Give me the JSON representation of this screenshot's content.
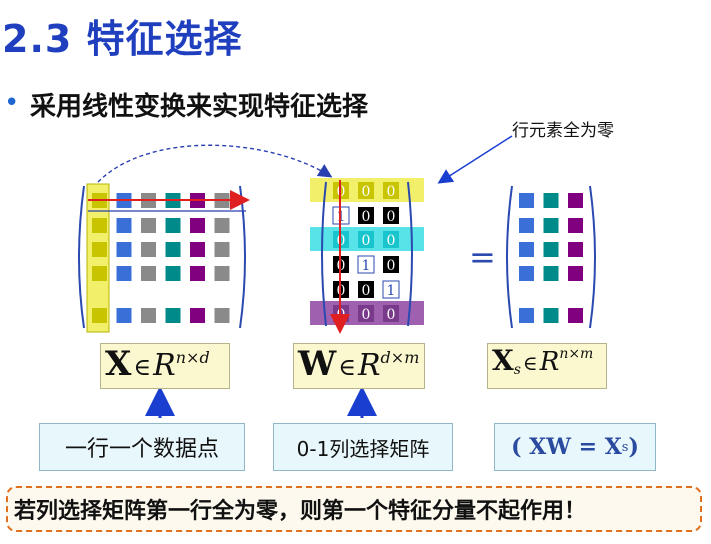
{
  "title": "2.3 特征选择",
  "bullet": {
    "marker": "•",
    "text": "采用线性变换来实现特征选择"
  },
  "annotation": "行元素全为零",
  "w_matrix_rows": [
    [
      "0",
      "0",
      "0"
    ],
    [
      "1",
      "0",
      "0"
    ],
    [
      "0",
      "0",
      "0"
    ],
    [
      "0",
      "1",
      "0"
    ],
    [
      "0",
      "0",
      "1"
    ],
    [
      "0",
      "0",
      "0"
    ]
  ],
  "equals_sign": "=",
  "formulas": {
    "x": {
      "symbol": "X",
      "in": "∈",
      "R": "R",
      "sup": "n×d"
    },
    "w": {
      "symbol": "W",
      "in": "∈",
      "R": "R",
      "sup": "d×m"
    },
    "xs": {
      "symbol": "X",
      "sub": "s",
      "in": "∈",
      "R": "R",
      "sup": "n×m"
    }
  },
  "descriptions": {
    "x": "一行一个数据点",
    "w": "0-1列选择矩阵",
    "xs": {
      "open": "( XW = X",
      "sub": "s",
      "close": " )"
    }
  },
  "conclusion": "若列选择矩阵第一行全为零，则第一个特征分量不起作用！",
  "colors": {
    "title": "#1f3fbf",
    "yellow": "#c9c400",
    "blue": "#3a6fd8",
    "gray": "#8a8a8a",
    "teal": "#008a8a",
    "purple": "#800080",
    "highlight_yellow": "#f2ef6a",
    "highlight_cyan": "#57e3e8",
    "highlight_purple": "#a060b0",
    "arrow_red": "#e02020",
    "arrow_blue": "#1a3fd0"
  }
}
